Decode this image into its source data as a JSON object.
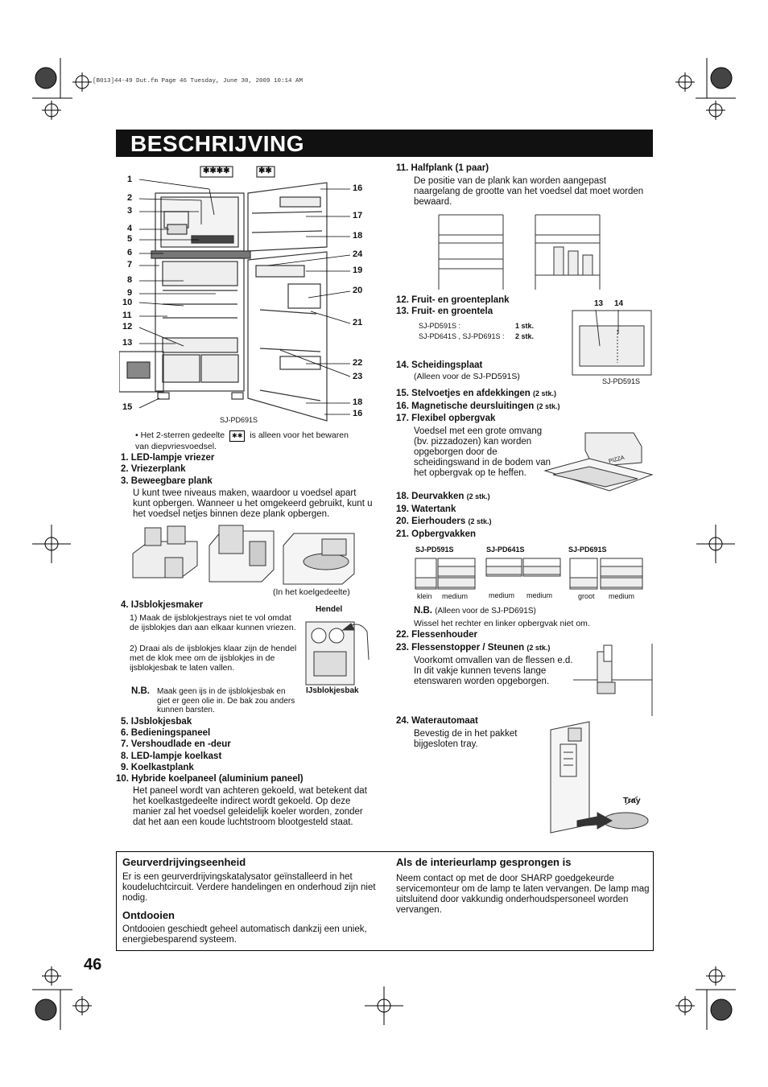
{
  "header_line": "[B013]44-49 Dut.fm  Page 46  Tuesday, June 30, 2009  10:14 AM",
  "title": "BESCHRIJVING",
  "page_number": "46",
  "diagram": {
    "callouts_left": [
      "1",
      "2",
      "3",
      "4",
      "5",
      "6",
      "7",
      "8",
      "9",
      "10",
      "11",
      "12",
      "13",
      "15"
    ],
    "callouts_right": [
      "16",
      "17",
      "18",
      "24",
      "19",
      "20",
      "21",
      "22",
      "23",
      "18",
      "16"
    ],
    "model": "SJ-PD691S",
    "freezer_stars_4": "✱✱✱✱",
    "freezer_stars_2": "✱✱"
  },
  "note_2star": [
    "• Het 2-sterren gedeelte",
    "is alleen voor het bewaren van diepvriesvoedsel."
  ],
  "left_items": [
    "1. LED-lampje vriezer",
    "2. Vriezerplank",
    "3. Beweegbare plank"
  ],
  "item3_desc": "U kunt twee niveaus maken, waardoor u voedsel apart kunt opbergen. Wanneer u het omgekeerd gebruikt, kunt u het voedsel netjes binnen deze plank opbergen.",
  "item3_caption": "(In het koelgedeelte)",
  "item4_title": "4. IJsblokjesmaker",
  "item4_steps": [
    "1) Maak de ijsblokjestrays niet te vol omdat de ijsblokjes dan aan elkaar kunnen vriezen.",
    "2) Draai als de ijsblokjes klaar zijn de hendel met de klok mee om de ijsblokjes in de ijsblokjesbak te laten vallen."
  ],
  "item4_nb_label": "N.B.",
  "item4_nb": "Maak geen ijs in de ijsblokjesbak en giet er geen olie in. De bak zou anders kunnen barsten.",
  "ice_labels": {
    "hendel": "Hendel",
    "bak": "IJsblokjesbak"
  },
  "left_items2": [
    "5. IJsblokjesbak",
    "6. Bedieningspaneel",
    "7. Vershoudlade en -deur",
    "8. LED-lampje koelkast",
    "9. Koelkastplank",
    "10. Hybride koelpaneel (aluminium paneel)"
  ],
  "item10_desc": "Het paneel wordt van achteren gekoeld, wat betekent dat het koelkastgedeelte indirect wordt gekoeld. Op deze manier zal het voedsel geleidelijk koeler worden, zonder dat het aan een koude luchtstroom blootgesteld staat.",
  "right": {
    "item11": "11. Halfplank (1 paar)",
    "item11_desc": "De positie van de plank kan worden aangepast naargelang de grootte van het voedsel dat moet worden bewaard.",
    "item12": "12. Fruit- en groenteplank",
    "item13": "13. Fruit- en groentela",
    "item13_models_a": "SJ-PD591S :",
    "item13_qty_a": "1 stk.",
    "item13_models_b": "SJ-PD641S , SJ-PD691S :",
    "item13_qty_b": "2 stk.",
    "crisper_labels": [
      "13",
      "14"
    ],
    "crisper_model": "SJ-PD591S",
    "item14": "14. Scheidingsplaat",
    "item14_desc": "(Alleen voor de SJ-PD591S)",
    "item15": "15. Stelvoetjes en afdekkingen",
    "item15_qty": "(2 stk.)",
    "item16": "16. Magnetische deursluitingen",
    "item16_qty": "(2 stk.)",
    "item17": "17. Flexibel opbergvak",
    "item17_desc": "Voedsel met een grote omvang (bv. pizzadozen) kan worden opgeborgen door de scheidingswand in de bodem van het opbergvak op te heffen.",
    "pizza_label": "PIZZA",
    "item18": "18. Deurvakken",
    "item18_qty": "(2 stk.)",
    "item19": "19. Watertank",
    "item20": "20. Eierhouders",
    "item20_qty": "(2 stk.)",
    "item21": "21. Opbergvakken",
    "pockets": [
      {
        "model": "SJ-PD591S",
        "labels": [
          "klein",
          "medium"
        ]
      },
      {
        "model": "SJ-PD641S",
        "labels": [
          "medium",
          "medium"
        ]
      },
      {
        "model": "SJ-PD691S",
        "labels": [
          "groot",
          "medium"
        ]
      }
    ],
    "nb_label": "N.B.",
    "nb_text": "(Alleen voor de SJ-PD691S)",
    "nb_text2": "Wissel het rechter en linker opbergvak niet om.",
    "item22": "22. Flessenhouder",
    "item23": "23. Flessenstopper / Steunen",
    "item23_qty": "(2 stk.)",
    "item23_desc": "Voorkomt omvallen van de flessen e.d. In dit vakje kunnen tevens lange etenswaren worden opgeborgen.",
    "item24": "24. Waterautomaat",
    "item24_desc": "Bevestig de in het pakket bijgesloten tray.",
    "tray_label": "Tray"
  },
  "box": {
    "h1": "Geurverdrijvingseenheid",
    "p1": "Er is een geurverdrijvingskatalysator geïnstalleerd in het koudeluchtcircuit. Verdere handelingen en onderhoud zijn niet nodig.",
    "h2": "Ontdooien",
    "p2": "Ontdooien geschiedt geheel automatisch dankzij een uniek, energiebesparend systeem.",
    "h3": "Als de interieurlamp gesprongen is",
    "p3": "Neem contact op met de door SHARP goedgekeurde servicemonteur om de lamp te laten vervangen. De lamp mag uitsluitend door vakkundig onderhoudspersoneel worden vervangen."
  }
}
